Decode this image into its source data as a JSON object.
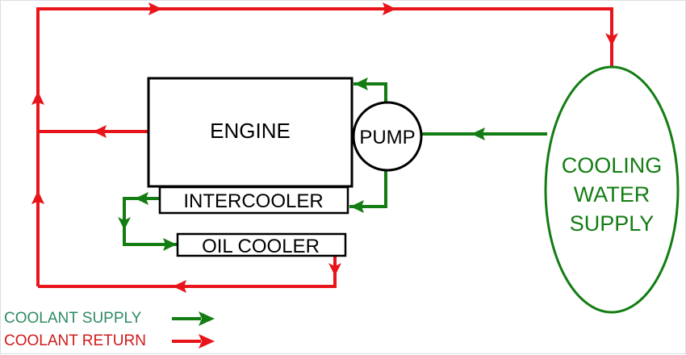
{
  "title": "Engine Cooling Water System",
  "colors": {
    "supply": "#137d13",
    "return": "#e8141a",
    "legend_supply_text": "#2e8b61",
    "legend_return_text": "#d11a1a",
    "outline": "#000000"
  },
  "components": {
    "engine": "ENGINE",
    "pump": "PUMP",
    "intercooler": "INTERCOOLER",
    "oil_cooler": "OIL COOLER",
    "cooling_water_supply": [
      "COOLING",
      "WATER",
      "SUPPLY"
    ]
  },
  "flows": [
    {
      "from": "cooling_water_supply",
      "to": "pump",
      "type": "supply"
    },
    {
      "from": "pump",
      "to": "engine",
      "type": "supply"
    },
    {
      "from": "pump",
      "to": "intercooler",
      "type": "supply"
    },
    {
      "from": "intercooler",
      "to": "oil_cooler",
      "type": "supply"
    },
    {
      "from": "engine",
      "to": "cooling_water_supply",
      "type": "return"
    },
    {
      "from": "oil_cooler",
      "to": "cooling_water_supply",
      "type": "return"
    }
  ],
  "legend": {
    "supply_label": "COOLANT SUPPLY",
    "return_label": "COOLANT RETURN"
  }
}
